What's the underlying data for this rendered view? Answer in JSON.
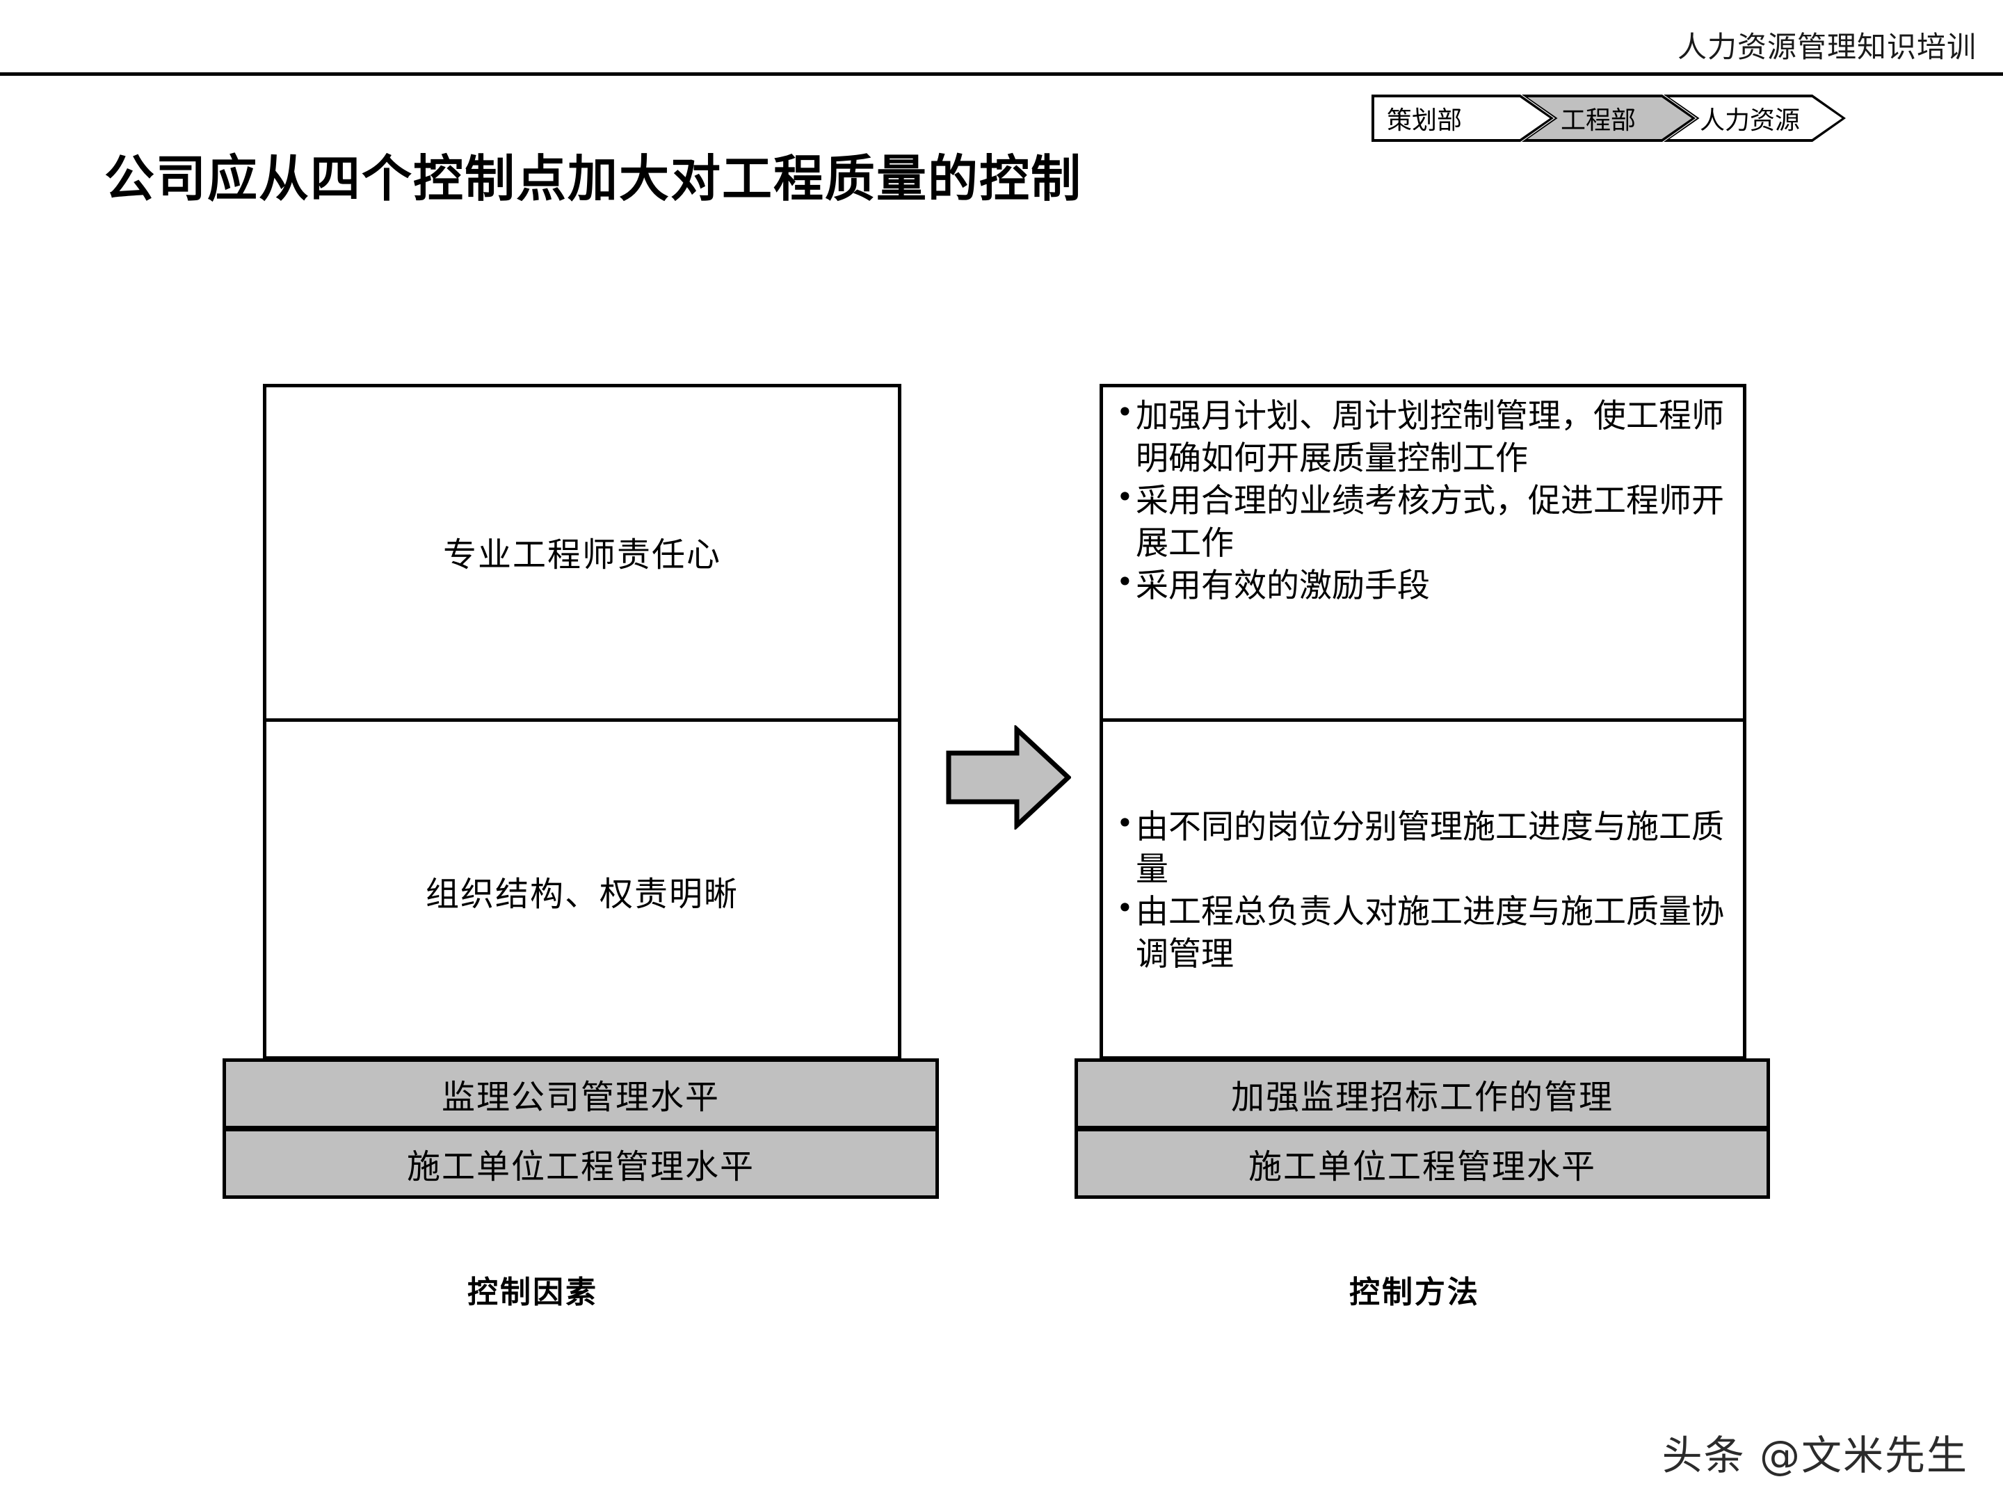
{
  "header": {
    "course_title": "人力资源管理知识培训"
  },
  "breadcrumb": {
    "items": [
      {
        "label": "策划部",
        "state": "inactive",
        "fill": "#ffffff"
      },
      {
        "label": "工程部",
        "state": "active",
        "fill": "#c0c0c0"
      },
      {
        "label": "人力资源",
        "state": "inactive",
        "fill": "#ffffff"
      }
    ]
  },
  "slide": {
    "title": "公司应从四个控制点加大对工程质量的控制"
  },
  "diagram": {
    "arrow_icon": "right-arrow-icon",
    "left_column": {
      "caption": "控制因素",
      "cells": [
        "专业工程师责任心",
        "组织结构、权责明晰"
      ],
      "gray_bars": [
        "监理公司管理水平",
        "施工单位工程管理水平"
      ]
    },
    "right_column": {
      "caption": "控制方法",
      "cell_one_bullets": [
        "加强月计划、周计划控制管理，使工程师明确如何开展质量控制工作",
        "采用合理的业绩考核方式，促进工程师开展工作",
        "采用有效的激励手段"
      ],
      "cell_two_bullets": [
        "由不同的岗位分别管理施工进度与施工质量",
        "由工程总负责人对施工进度与施工质量协调管理"
      ],
      "gray_bars": [
        "加强监理招标工作的管理",
        "施工单位工程管理水平"
      ]
    }
  },
  "watermark": {
    "text": "头条 @文米先生"
  },
  "colors": {
    "gray_fill": "#c0c0c0",
    "outline": "#000000",
    "background": "#ffffff"
  }
}
